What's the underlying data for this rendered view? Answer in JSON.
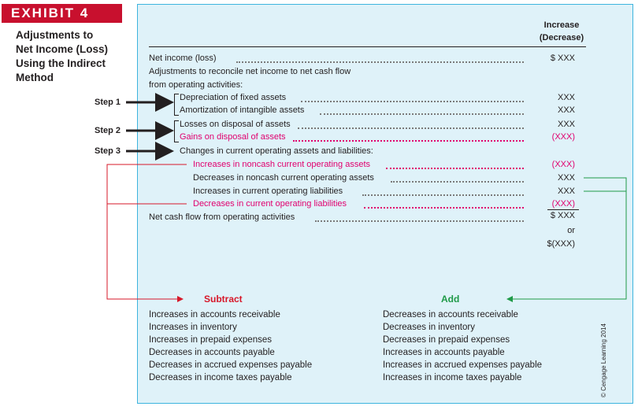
{
  "exhibit": {
    "label": "EXHIBIT 4",
    "title_lines": [
      "Adjustments to",
      "Net Income (Loss)",
      "Using the Indirect",
      "Method"
    ]
  },
  "header": {
    "line1": "Increase",
    "line2": "(Decrease)"
  },
  "rows": [
    {
      "text": "Net income (loss)",
      "value": "$ XXX"
    },
    {
      "text": "Adjustments to reconcile net income to net cash flow",
      "value": ""
    },
    {
      "text": "from operating activities:",
      "value": ""
    },
    {
      "text": "Depreciation of fixed assets",
      "value": "XXX"
    },
    {
      "text": "Amortization of intangible assets",
      "value": "XXX"
    },
    {
      "text": "Losses on disposal of assets",
      "value": "XXX"
    },
    {
      "text": "Gains on disposal of assets",
      "value": "(XXX)"
    },
    {
      "text": "Changes in current operating assets and liabilities:",
      "value": ""
    },
    {
      "text": "Increases in noncash current operating assets",
      "value": "(XXX)"
    },
    {
      "text": "Decreases in noncash current operating assets",
      "value": "XXX"
    },
    {
      "text": "Increases in current operating liabilities",
      "value": "XXX"
    },
    {
      "text": "Decreases in current operating liabilities",
      "value": "(XXX)"
    },
    {
      "text": "Net cash flow from operating activities",
      "value": "$ XXX"
    }
  ],
  "or_text": "or",
  "alt_total": "$(XXX)",
  "steps": [
    "Step 1",
    "Step 2",
    "Step 3"
  ],
  "subtract": {
    "title": "Subtract",
    "items": [
      "Increases in accounts receivable",
      "Increases in inventory",
      "Increases in prepaid expenses",
      "Decreases in accounts payable",
      "Decreases in accrued expenses payable",
      "Decreases in income taxes payable"
    ]
  },
  "add": {
    "title": "Add",
    "items": [
      "Decreases in accounts receivable",
      "Decreases in inventory",
      "Decreases in prepaid expenses",
      "Increases in accounts payable",
      "Increases in accrued expenses payable",
      "Increases in income taxes payable"
    ]
  },
  "copyright": "© Cengage Learning 2014",
  "colors": {
    "exhibit_red": "#c8102e",
    "panel_blue": "#dff2f9",
    "panel_border": "#3db4de",
    "subtract_red": "#d7182a",
    "add_green": "#1f9a48",
    "highlight_pink": "#e0006e"
  }
}
